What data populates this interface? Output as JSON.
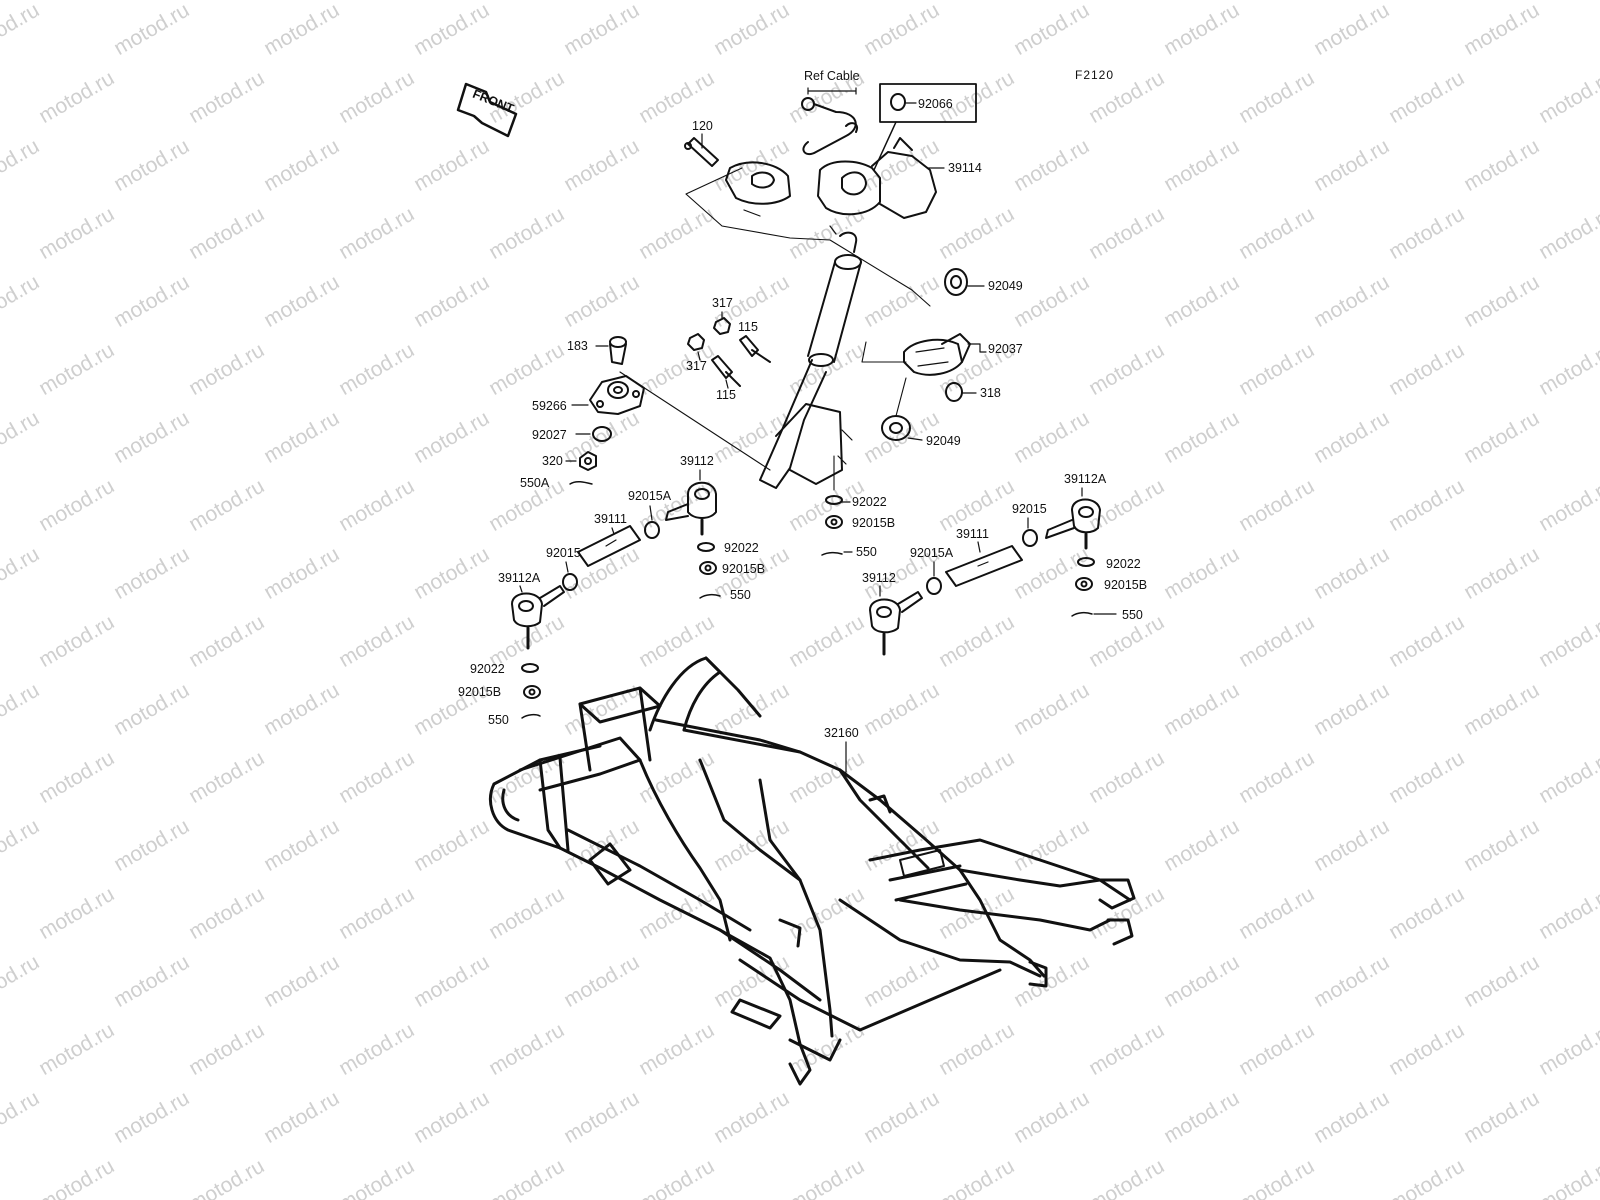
{
  "watermark": "motod.ru",
  "figure_code": "F2120",
  "front_label": "FRONT",
  "ref_cable_label": "Ref Cable",
  "frame_part": "32160",
  "parts": {
    "p120": "120",
    "p92066": "92066",
    "p39114": "39114",
    "p92049a": "92049",
    "p92037": "92037",
    "p318": "318",
    "p92049b": "92049",
    "p317a": "317",
    "p115a": "115",
    "p317b": "317",
    "p115b": "115",
    "p183": "183",
    "p59266": "59266",
    "p92027": "92027",
    "p320": "320",
    "p550A": "550A",
    "p92022a": "92022",
    "p92015Ba": "92015B",
    "p550a": "550",
    "l39112": "39112",
    "l92015A": "92015A",
    "l39111": "39111",
    "l92015": "92015",
    "l39112A": "39112A",
    "l92022m": "92022",
    "l92015Bm": "92015B",
    "l550m": "550",
    "l92022b": "92022",
    "l92015Bb": "92015B",
    "l550b": "550",
    "r39112A": "39112A",
    "r92015": "92015",
    "r39111": "39111",
    "r92015A": "92015A",
    "r39112": "39112",
    "r92022": "92022",
    "r92015B": "92015B",
    "r550": "550"
  }
}
